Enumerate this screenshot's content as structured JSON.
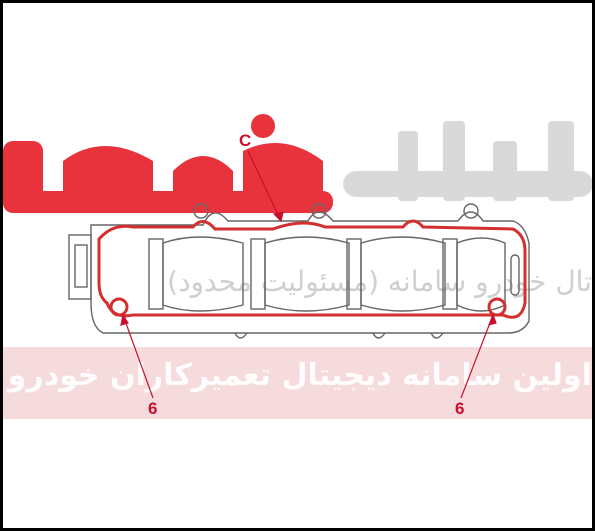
{
  "watermark": {
    "logo_text": "دیجیتال خودرو",
    "subtitle": "تال خودرو سامانه (مسئولیت محدود)",
    "banner": "اولین سامانه دیجیتال تعمیرکاران خودرو در ایران"
  },
  "diagram": {
    "callout_c": "C",
    "callout_6_left": "6",
    "callout_6_right": "6"
  },
  "colors": {
    "gasket": "#d32f2f",
    "callout": "#c8102e",
    "line_art": "#555555",
    "watermark_red": "#e8323c",
    "watermark_gray": "#cfcfcf"
  }
}
